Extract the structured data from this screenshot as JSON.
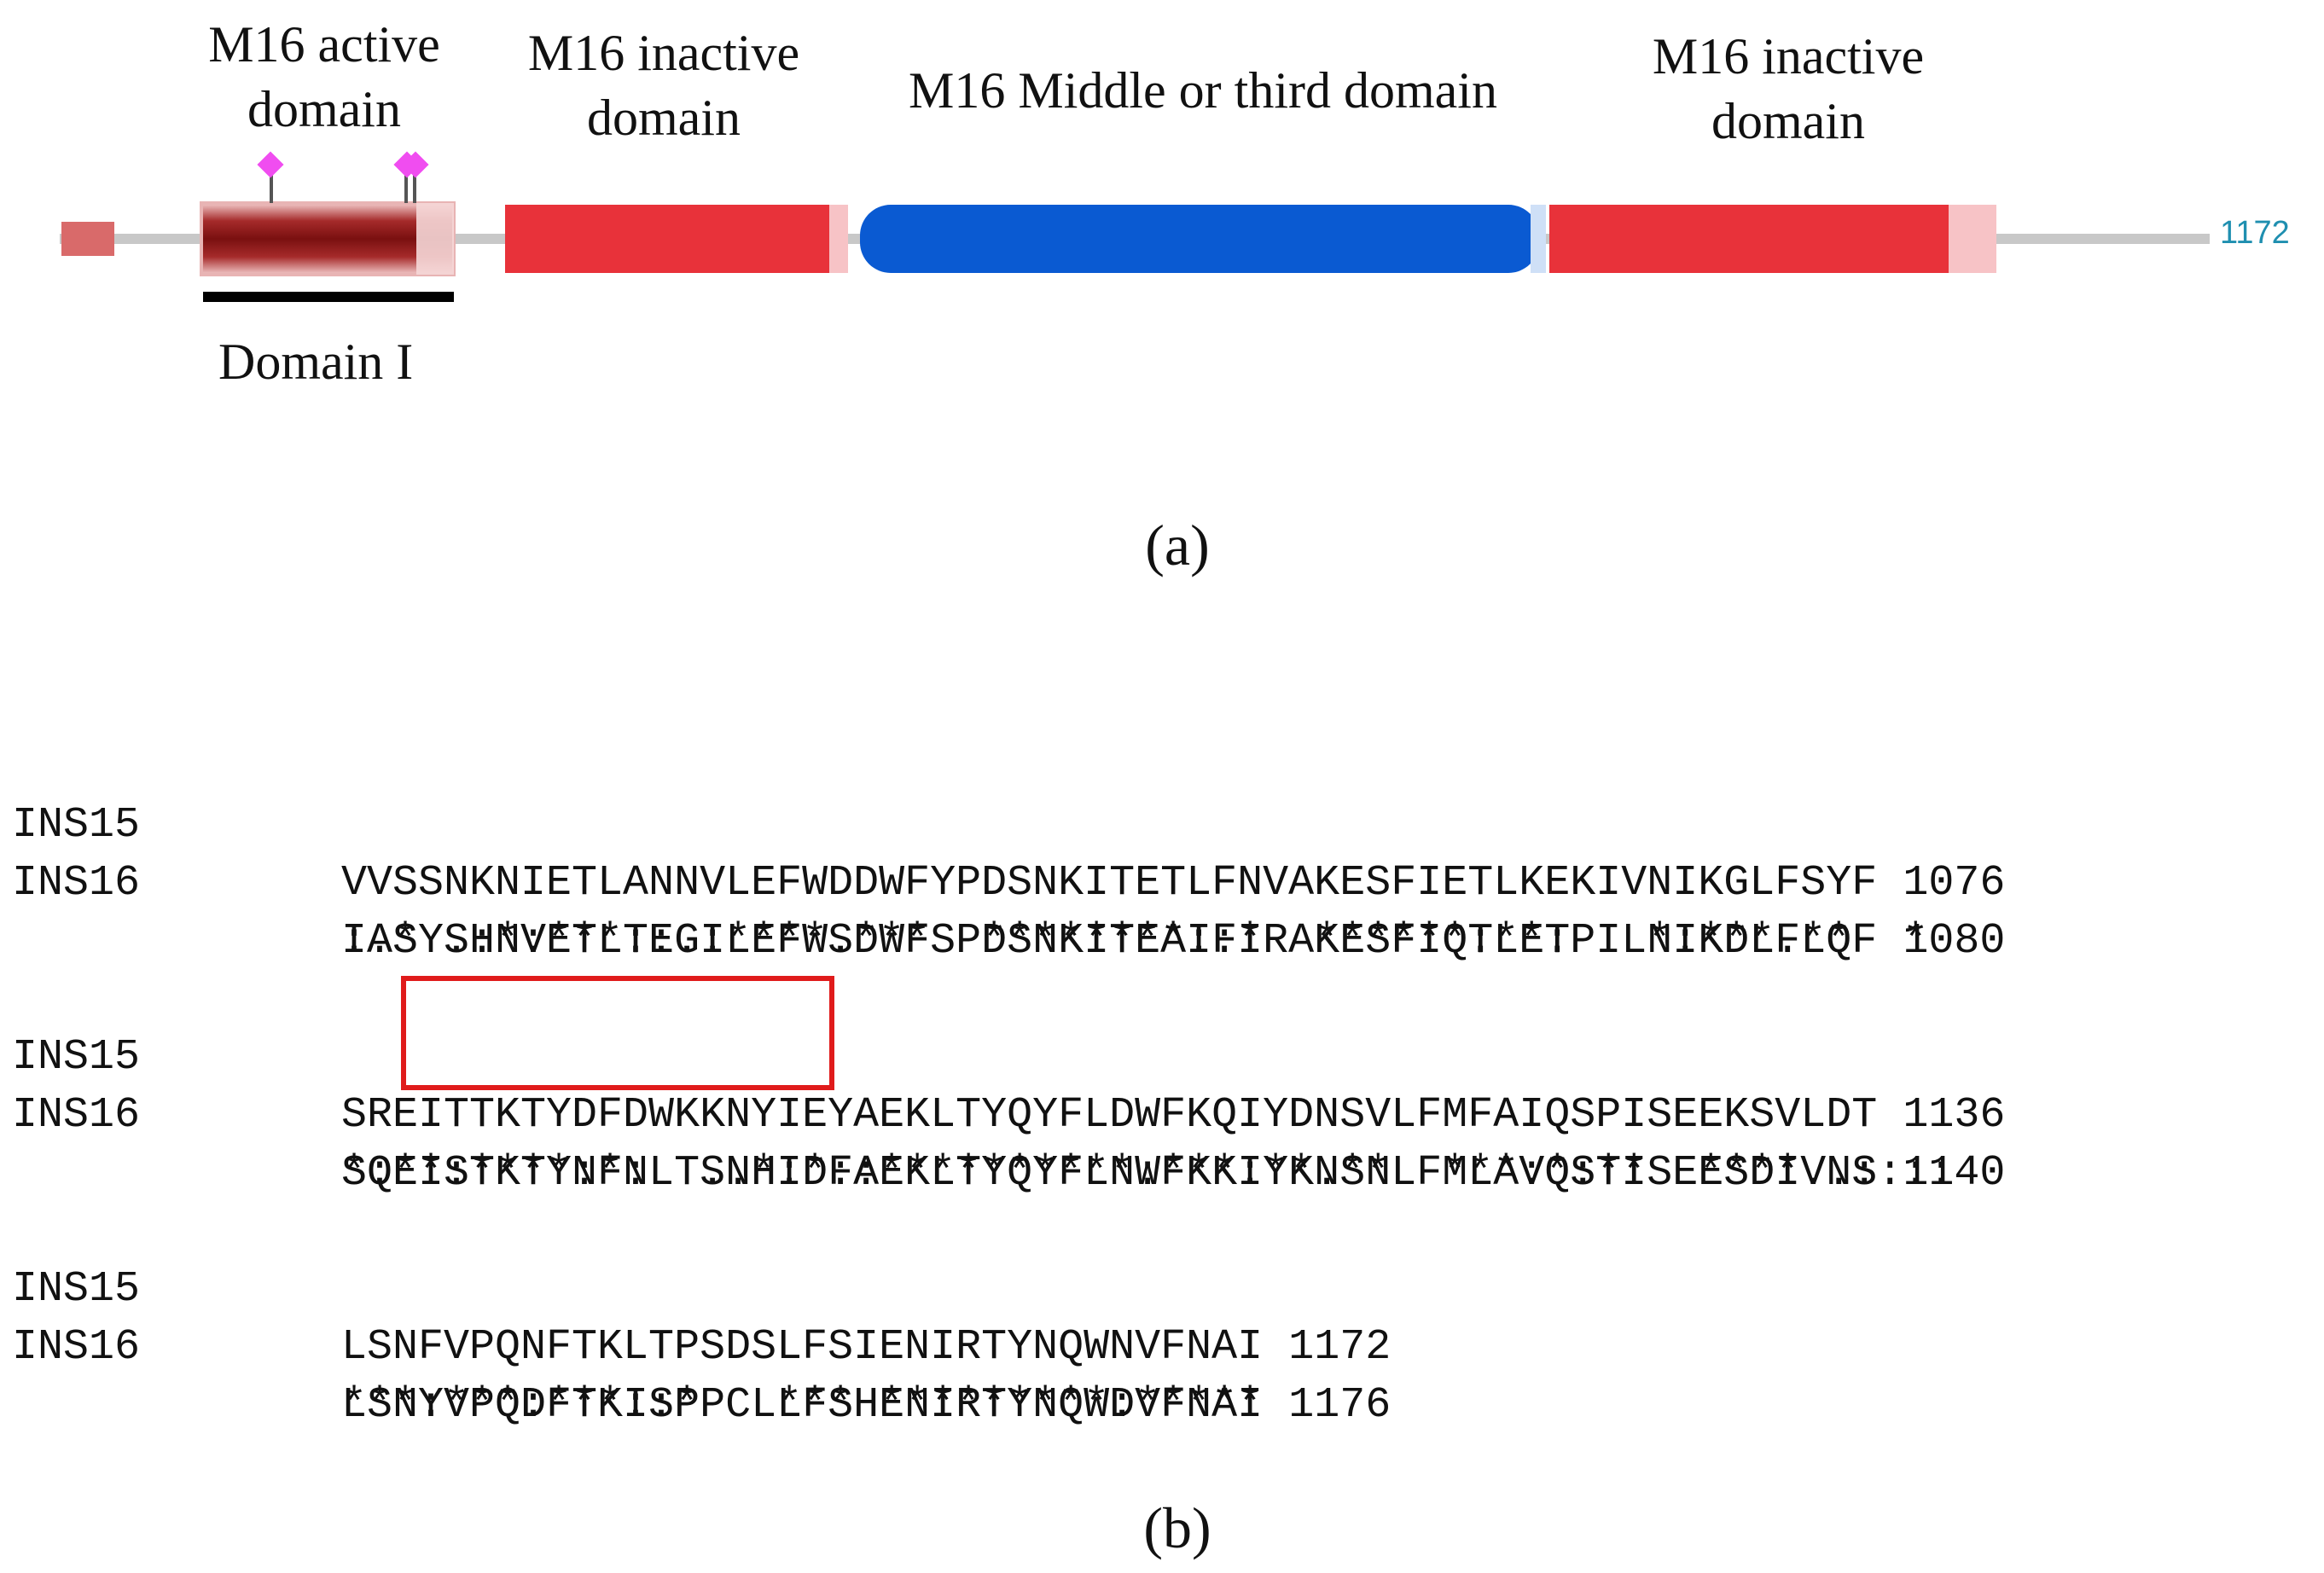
{
  "panel_a": {
    "domain_labels": {
      "m16_active": "M16 active\ndomain",
      "m16_inactive_1": "M16 inactive\ndomain",
      "m16_middle": "M16 Middle or third domain",
      "m16_inactive_2": "M16 inactive\ndomain"
    },
    "domain_I_label": "Domain I",
    "protein_length": "1172",
    "colors": {
      "active_domain": "#8b1a1a",
      "inactive_domain": "#e8323a",
      "middle_domain": "#0a5ad2",
      "backbone": "#c8c8c8",
      "site_marker": "#f04df0",
      "signal_block": "#d96a6a",
      "length_text": "#1f8fb0"
    },
    "caption": "(a)"
  },
  "panel_b": {
    "blocks": [
      {
        "rows": [
          {
            "name": "INS15",
            "sequence": "VVSSNKNIETLANNVLEFWDDWFYPDSNKITETLFNVAKESFIETLKEKIVNIKGLFSYF",
            "end": "1076"
          },
          {
            "name": "INS16",
            "sequence": "IASYSHNVETLTEGILEFWSDWFSPDSNKITEAIFIRAKESFIQTLETPILNIKDLFLQF",
            "end": "1080"
          }
        ],
        "consensus": ":.* .:*:***::.:****.***  ********::*  ******:**:   *:***.**  *"
      },
      {
        "rows": [
          {
            "name": "INS15",
            "sequence": "SREITTKTYDFDWKKNYIEYAEKLTYQYFLDWFKQIYDNSVLFMFAIQSPISEEKSVLDT",
            "end": "1136"
          },
          {
            "name": "INS16",
            "sequence": "SQEISTKTYNFNLTSNHIDFAEKLTYQYFLNWFKKIYKNSNLFMLAVQSTISEESDIVNS",
            "end": "1140"
          }
        ],
        "consensus": "*:**:****:*:  ..*:*::**********:***:**.**  ***:*:**  ****..::::"
      },
      {
        "rows": [
          {
            "name": "INS15",
            "sequence": "LSNFVPQNFTKLTPSDSLFSIENIRTYNQWNVFNAI",
            "end": "1172"
          },
          {
            "name": "INS16",
            "sequence": "LSNYVPQDFTKISPPCLLFSHENIRTYNQWDVFNAI",
            "end": "1176"
          }
        ],
        "consensus": "***:***:***::*   *** *********:*****"
      }
    ],
    "caption": "(b)"
  }
}
